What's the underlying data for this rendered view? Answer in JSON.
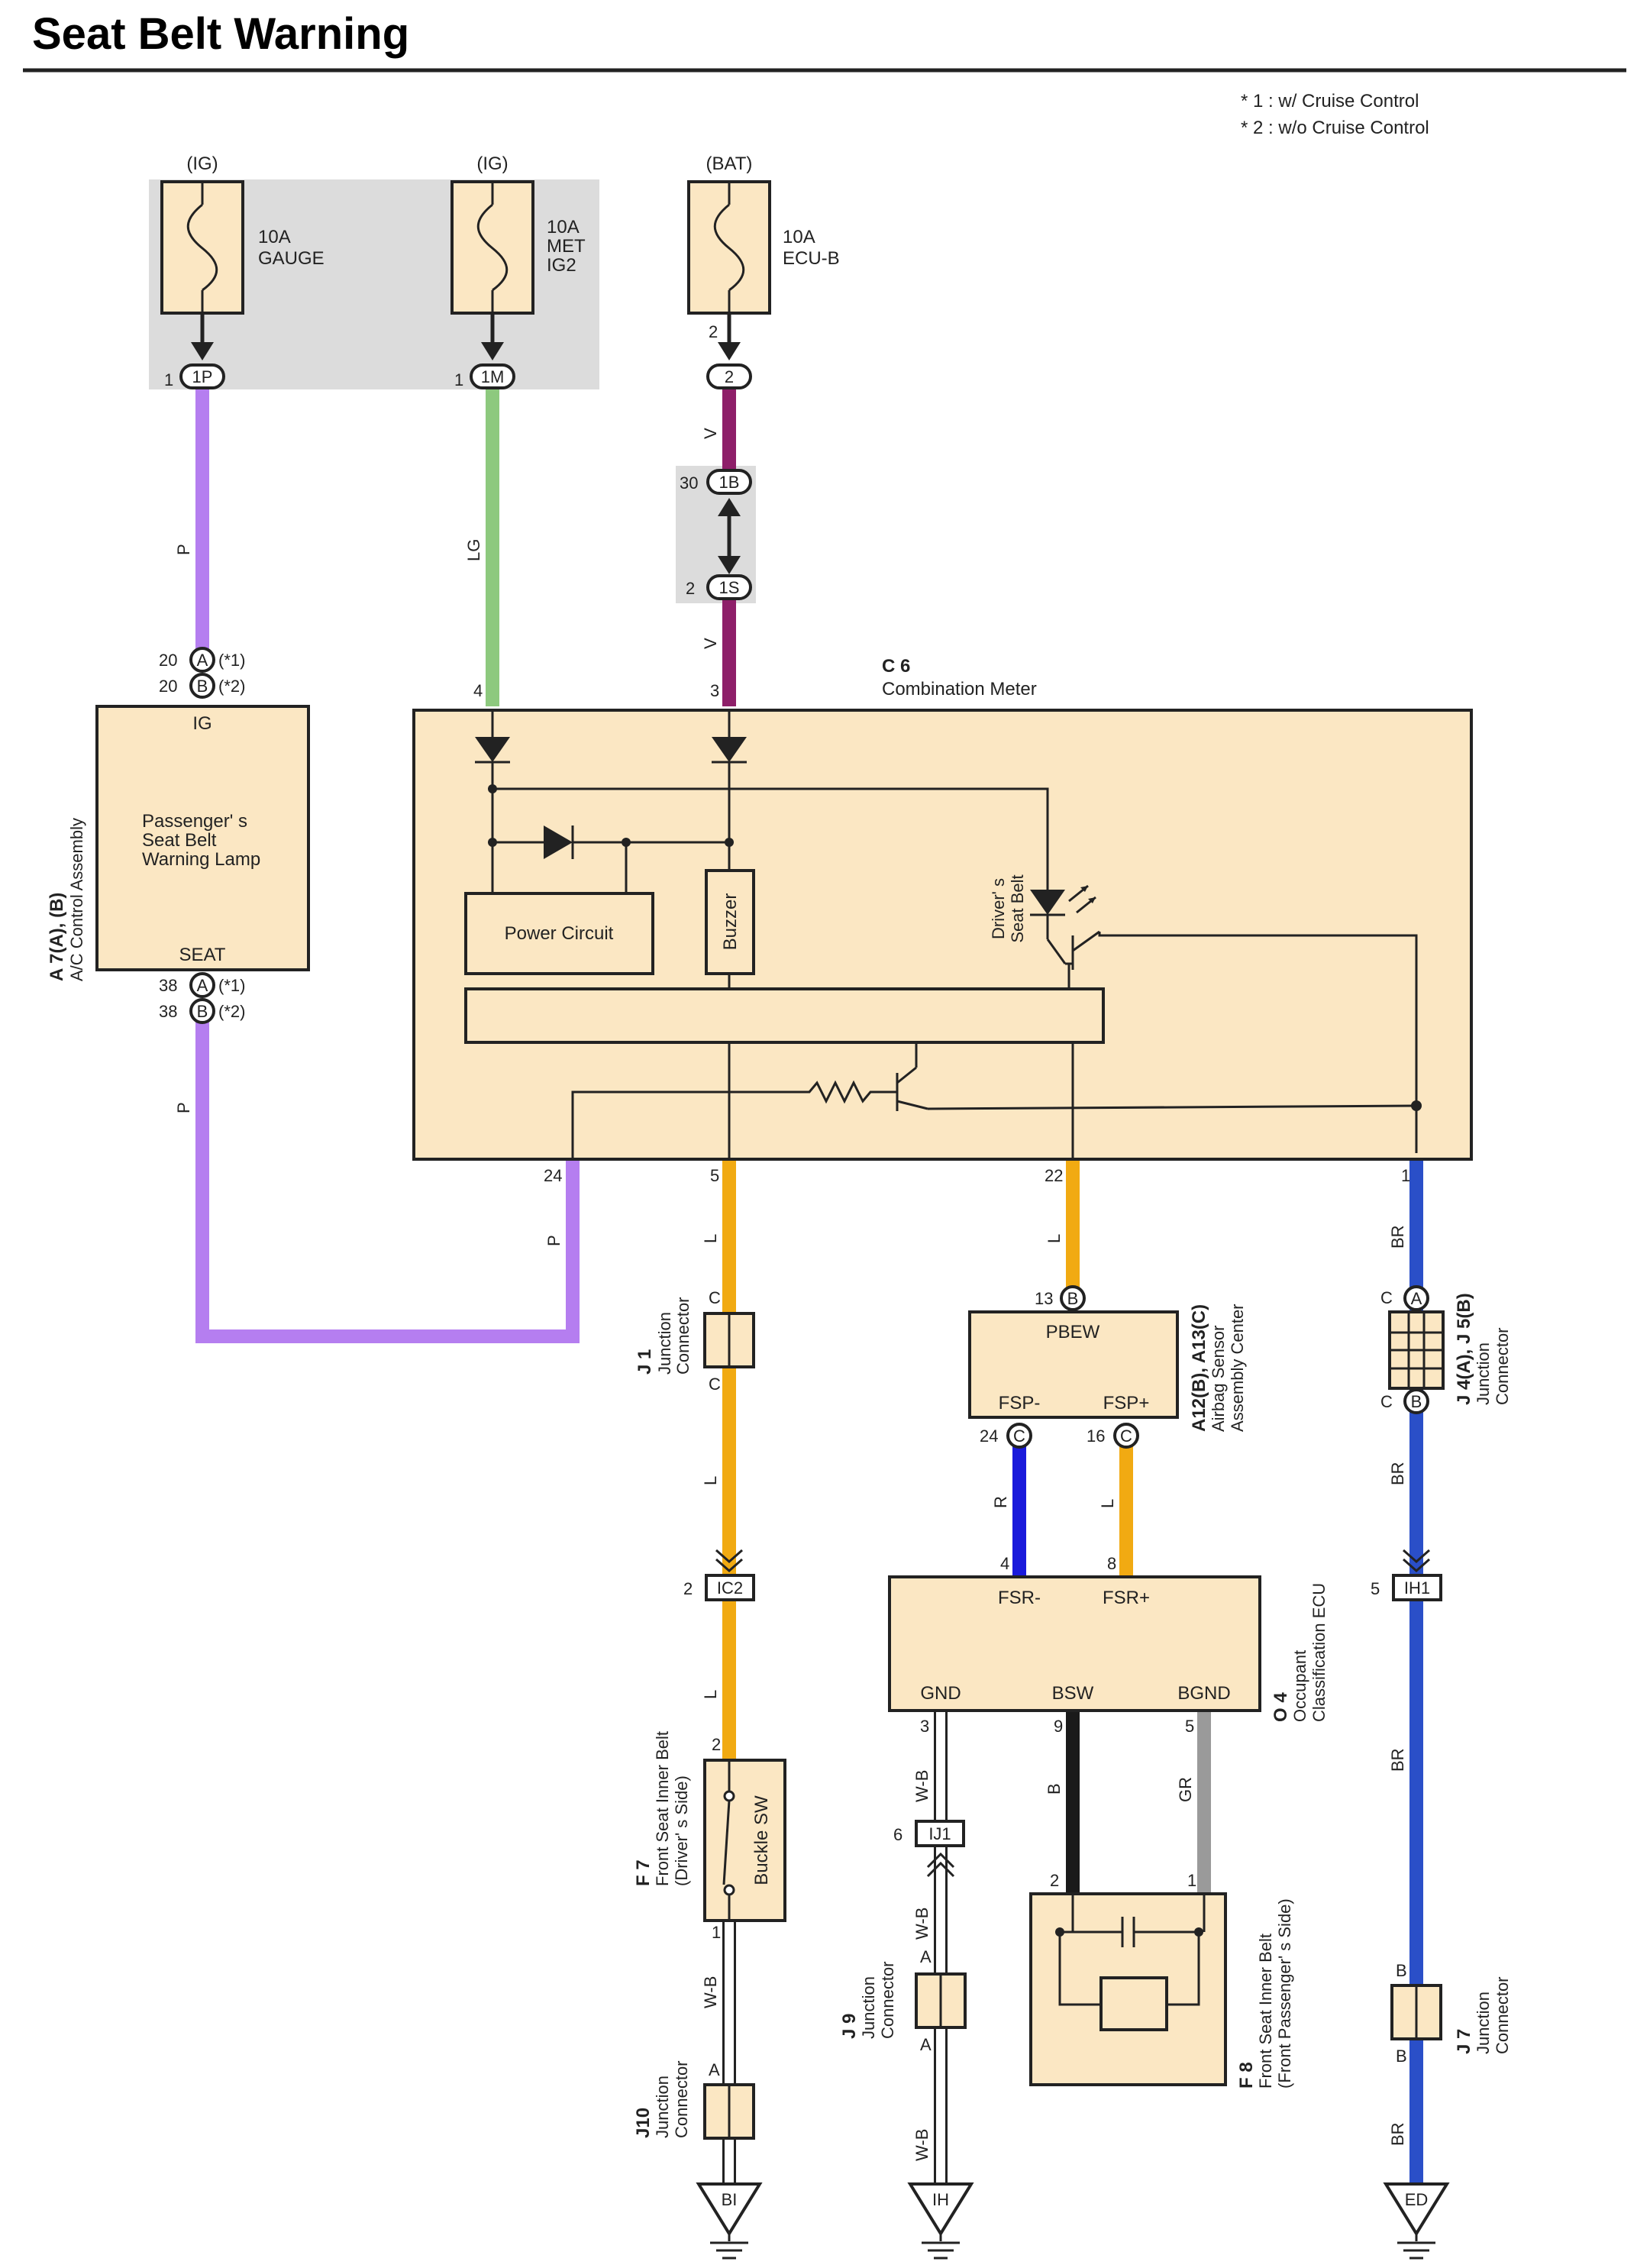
{
  "title": "Seat Belt Warning",
  "notes": [
    "* 1 : w/ Cruise Control",
    "* 2 : w/o Cruise Control"
  ],
  "colors": {
    "purple": "#b57ef0",
    "light_green": "#8dc97e",
    "violet": "#8e1f69",
    "orange": "#f1aa12",
    "red_blue": "#1a1adb",
    "brown_blue": "#2a4fc8",
    "black": "#1a1a1a",
    "grey": "#9a9a9a",
    "white": "#ffffff",
    "component_fill": "#fbe7c3"
  },
  "fuses": [
    {
      "supply": "(IG)",
      "rating": "10A",
      "name": "GAUGE",
      "pin": "1",
      "conn": "1P"
    },
    {
      "supply": "(IG)",
      "rating": "10A",
      "name1": "MET",
      "name2": "IG2",
      "pin": "1",
      "conn": "1M"
    },
    {
      "supply": "(BAT)",
      "rating": "10A",
      "name": "ECU-B",
      "pin": "2",
      "conn": "2"
    }
  ],
  "junction_1B": {
    "pin": "30",
    "conn": "1B"
  },
  "junction_1S": {
    "pin": "2",
    "conn": "1S"
  },
  "wire_codes": {
    "p": "P",
    "lg": "LG",
    "v": "V",
    "l": "L",
    "br": "BR",
    "r": "R",
    "wb": "W-B",
    "b": "B",
    "gr": "GR"
  },
  "ac_control": {
    "id": "A 7(A), (B)",
    "name": "A/C Control Assembly",
    "terminal_top": "IG",
    "lamp": [
      "Passenger' s",
      "Seat Belt",
      "Warning Lamp"
    ],
    "terminal_bottom": "SEAT",
    "pin_top": "20",
    "pin_bottom": "38",
    "conn_a": "A",
    "conn_b": "B",
    "note1": "(*1)",
    "note2": "(*2)"
  },
  "combination_meter": {
    "id": "C 6",
    "name": "Combination Meter",
    "power_circuit": "Power Circuit",
    "buzzer": "Buzzer",
    "driver_lamp": [
      "Driver' s",
      "Seat Belt"
    ],
    "pins": {
      "p4": "4",
      "p3": "3",
      "p24": "24",
      "p5": "5",
      "p22": "22",
      "p1": "1"
    }
  },
  "j1": {
    "id": "J 1",
    "name": [
      "Junction",
      "Connector"
    ],
    "pin": "C"
  },
  "ic2": {
    "pin": "2",
    "conn": "IC2"
  },
  "airbag": {
    "id": "A12(B), A13(C)",
    "name": [
      "Airbag Sensor",
      "Assembly Center"
    ],
    "terminal_top": "PBEW",
    "pin_top": "13",
    "conn_b": "B",
    "terminal_left": "FSP-",
    "terminal_right": "FSP+",
    "pin_left": "24",
    "pin_right": "16",
    "conn_c": "C"
  },
  "occupant_ecu": {
    "id": "O 4",
    "name": [
      "Occupant",
      "Classification ECU"
    ],
    "terminals": {
      "fsr_minus": "FSR-",
      "fsr_plus": "FSR+",
      "gnd": "GND",
      "bsw": "BSW",
      "bgnd": "BGND"
    },
    "pins": {
      "p4": "4",
      "p8": "8",
      "p3": "3",
      "p9": "9",
      "p5": "5"
    }
  },
  "j4j5": {
    "id": "J 4(A), J 5(B)",
    "name": [
      "Junction",
      "Connector"
    ],
    "pin": "C",
    "conn_a": "A",
    "conn_b": "B"
  },
  "ih1": {
    "pin": "5",
    "conn": "IH1"
  },
  "f7": {
    "id": "F 7",
    "name": [
      "Front Seat Inner Belt",
      "(Driver' s Side)"
    ],
    "switch": "Buckle SW",
    "pin_top": "2",
    "pin_bottom": "1"
  },
  "ij1": {
    "pin": "6",
    "conn": "IJ1"
  },
  "j9": {
    "id": "J 9",
    "name": [
      "Junction",
      "Connector"
    ],
    "pin": "A"
  },
  "f8": {
    "id": "F 8",
    "name": [
      "Front Seat Inner Belt",
      "(Front Passenger' s Side)"
    ],
    "pin_left": "2",
    "pin_right": "1"
  },
  "j10": {
    "id": "J10",
    "name": [
      "Junction",
      "Connector"
    ],
    "pin": "A"
  },
  "j7": {
    "id": "J 7",
    "name": [
      "Junction",
      "Connector"
    ],
    "pin": "B"
  },
  "grounds": [
    "BI",
    "IH",
    "ED"
  ]
}
